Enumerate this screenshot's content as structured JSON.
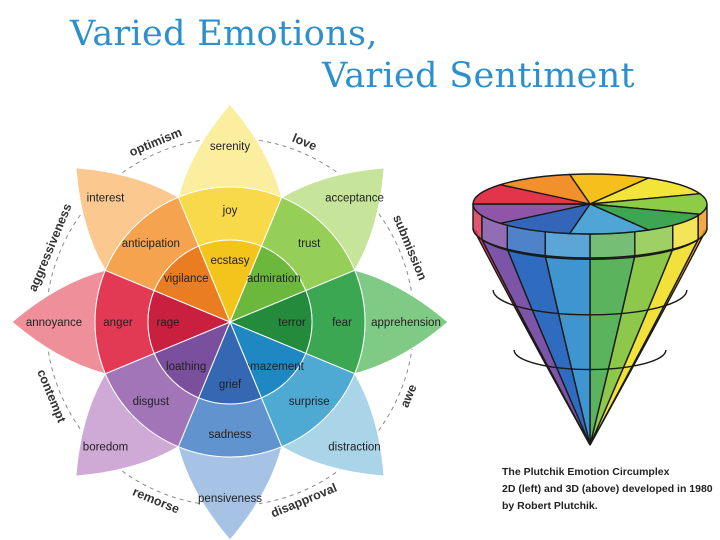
{
  "title": {
    "line1": "Varied Emotions,",
    "line2": "Varied Sentiment"
  },
  "wheel": {
    "petals": [
      {
        "outer": "serenity",
        "middle": "joy",
        "inner": "ecstasy",
        "colors": [
          "#fbee9e",
          "#f8d94a",
          "#f3c51c"
        ]
      },
      {
        "outer": "acceptance",
        "middle": "trust",
        "inner": "admiration",
        "colors": [
          "#c7e59a",
          "#96cf58",
          "#6cb83d"
        ]
      },
      {
        "outer": "apprehension",
        "middle": "fear",
        "inner": "terror",
        "colors": [
          "#7fcb86",
          "#3ba752",
          "#248a3c"
        ]
      },
      {
        "outer": "distraction",
        "middle": "surprise",
        "inner": "amazement",
        "colors": [
          "#aad5e9",
          "#4ea9d3",
          "#1f88c2"
        ]
      },
      {
        "outer": "pensiveness",
        "middle": "sadness",
        "inner": "grief",
        "colors": [
          "#a6c3e6",
          "#6193cf",
          "#3468b3"
        ]
      },
      {
        "outer": "boredom",
        "middle": "disgust",
        "inner": "loathing",
        "colors": [
          "#cfaad6",
          "#a275b9",
          "#7a4f9e"
        ]
      },
      {
        "outer": "annoyance",
        "middle": "anger",
        "inner": "rage",
        "colors": [
          "#ef8f9a",
          "#e23a55",
          "#c9203f"
        ]
      },
      {
        "outer": "interest",
        "middle": "anticipation",
        "inner": "vigilance",
        "colors": [
          "#fbc890",
          "#f5a34f",
          "#ea7d22"
        ]
      }
    ],
    "dyads": [
      "love",
      "submission",
      "awe",
      "disapproval",
      "remorse",
      "contempt",
      "aggressiveness",
      "optimism"
    ],
    "dyad_color": "#333333"
  },
  "cone": {
    "top_colors": [
      "#f5bf1c",
      "#f3e43a",
      "#8ccc46",
      "#3ea552",
      "#4fa6d6",
      "#3366b8",
      "#8f56a8",
      "#e2354c",
      "#f2912c"
    ],
    "base_colors": [
      "#f29a2c",
      "#f1e13a",
      "#8dc84a",
      "#5cb35e",
      "#3f95d0",
      "#2f6cc0",
      "#7c54a8",
      "#d93a56"
    ]
  },
  "caption": [
    "The Plutchik Emotion Circumplex",
    "2D (left) and 3D (above) developed in 1980",
    "by Robert Plutchik."
  ]
}
